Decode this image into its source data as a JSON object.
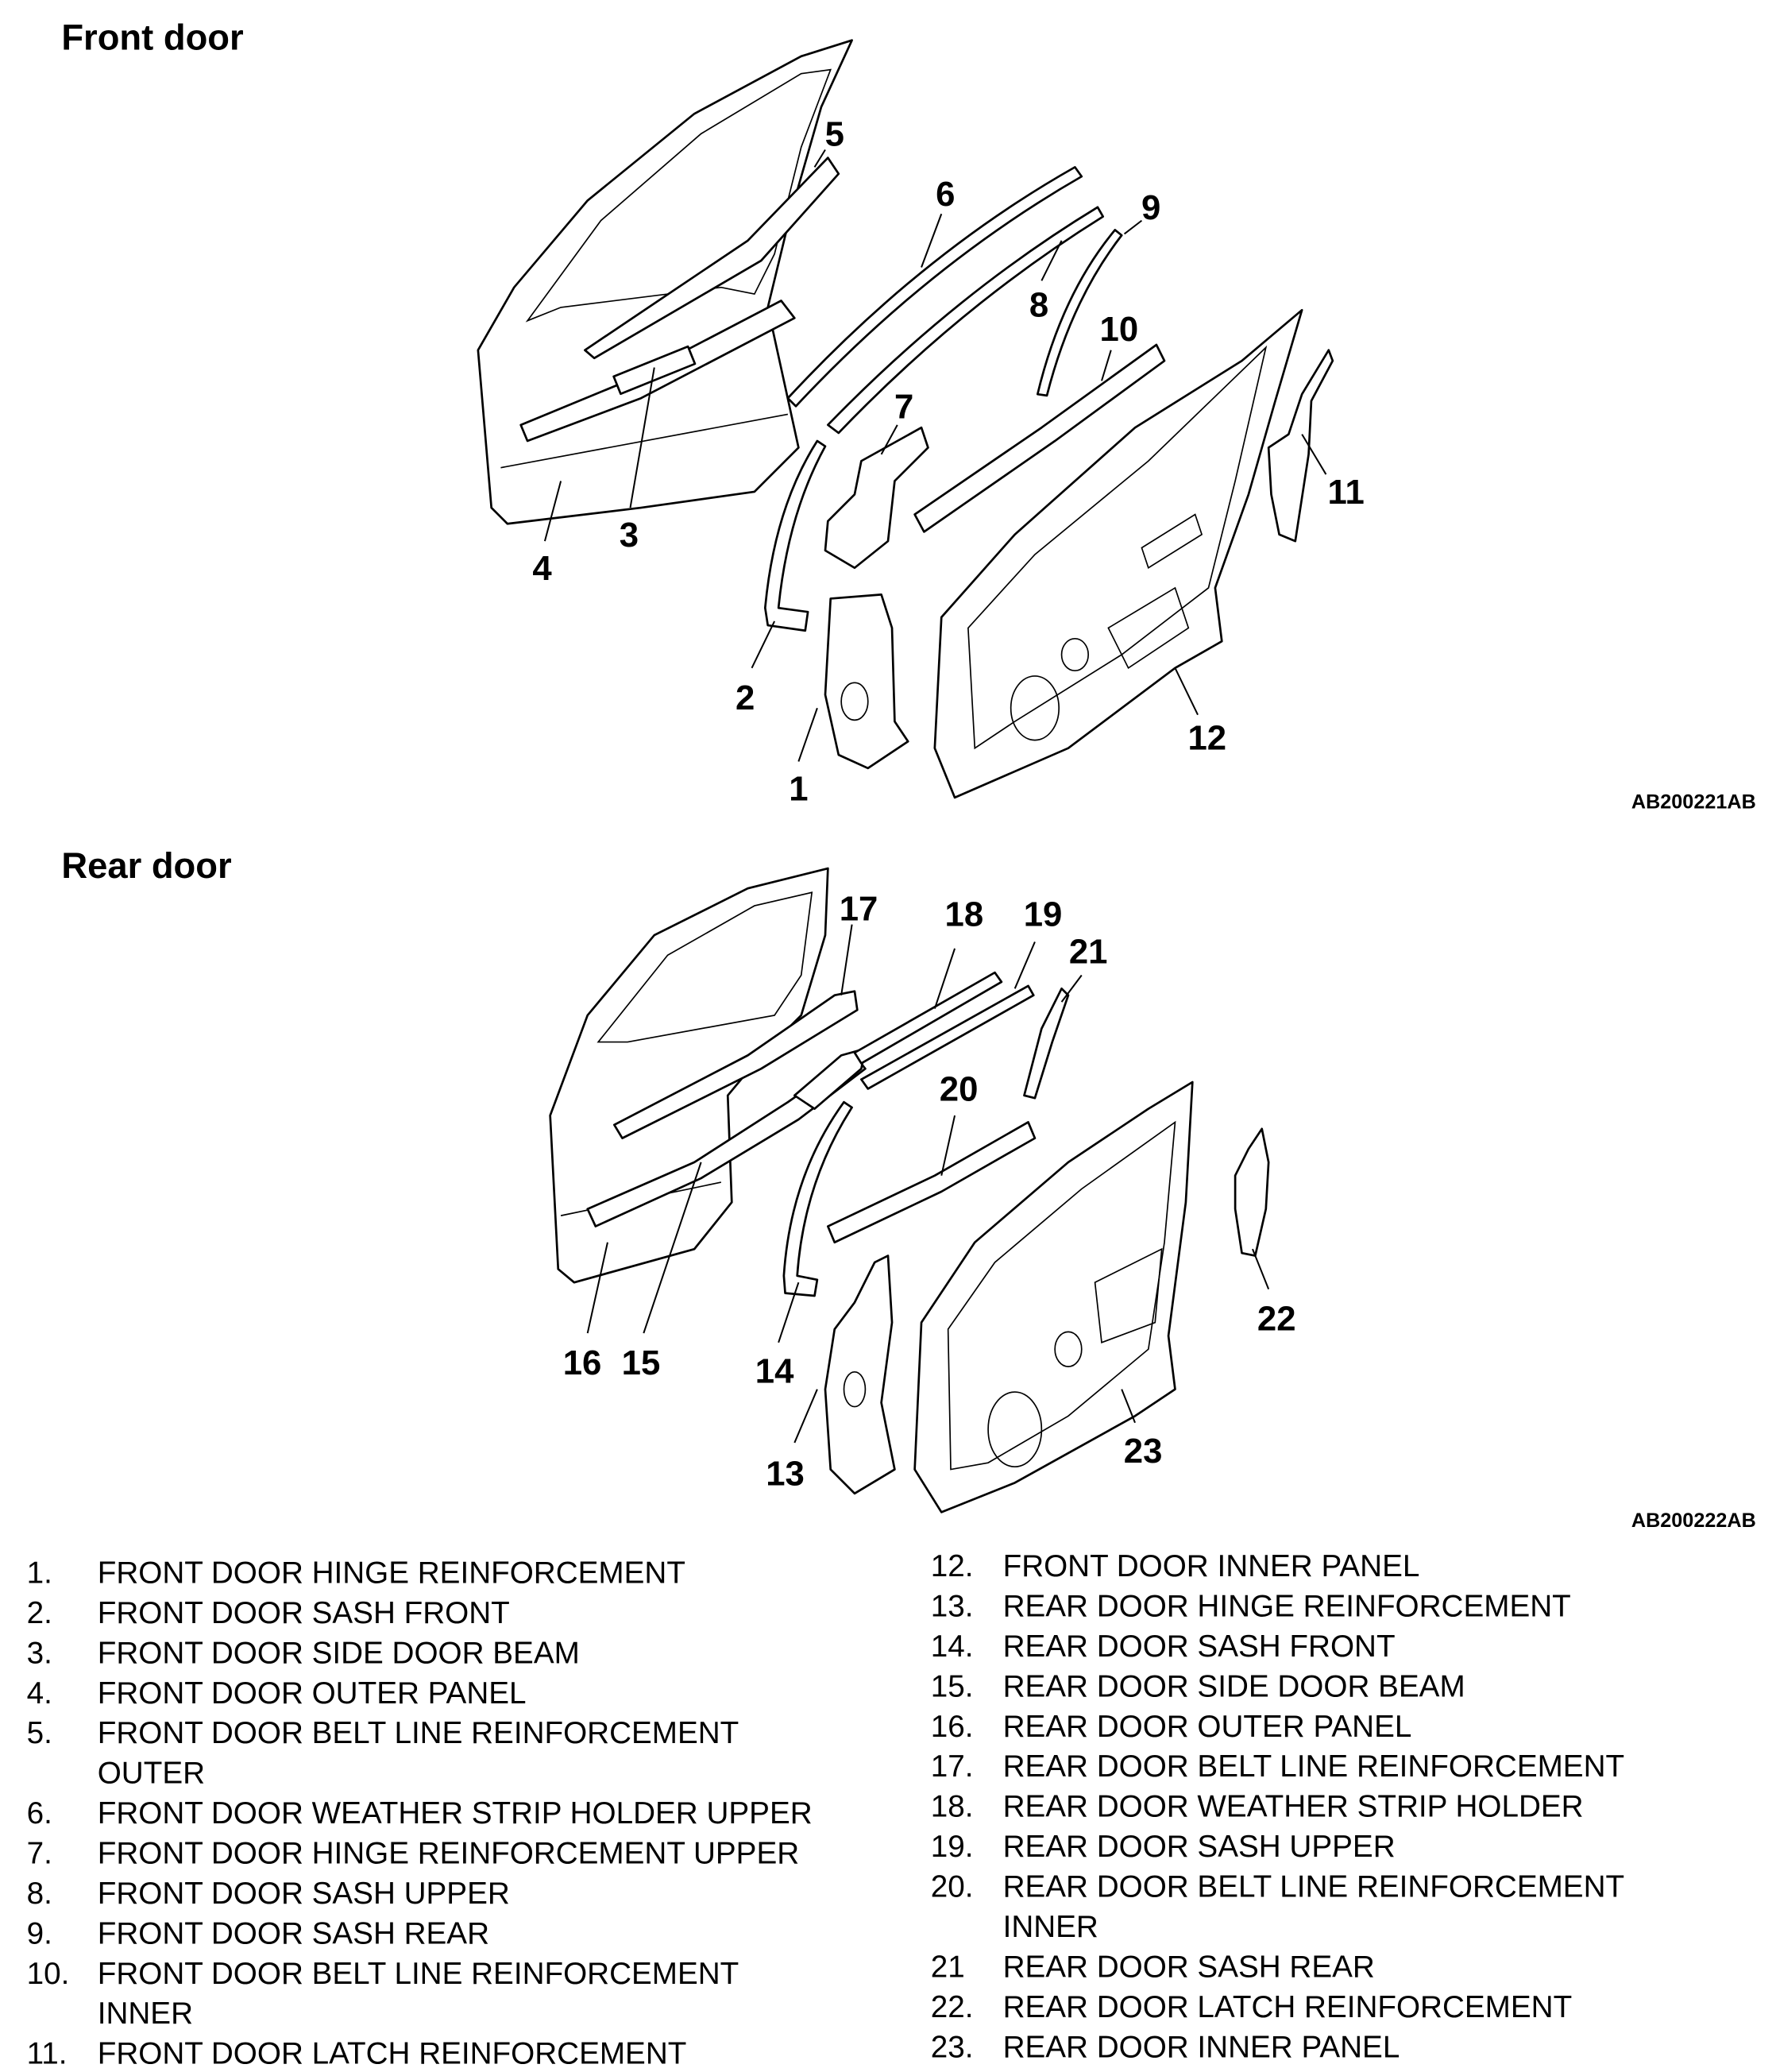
{
  "front_section": {
    "title": "Front door",
    "code": "AB200221AB",
    "callouts": [
      "1",
      "2",
      "3",
      "4",
      "5",
      "6",
      "7",
      "8",
      "9",
      "10",
      "11",
      "12"
    ]
  },
  "rear_section": {
    "title": "Rear door",
    "code": "AB200222AB",
    "callouts": [
      "13",
      "14",
      "15",
      "16",
      "17",
      "18",
      "19",
      "20",
      "21",
      "22",
      "23"
    ]
  },
  "legend": {
    "left": [
      {
        "num": "1.",
        "text": "FRONT DOOR HINGE REINFORCEMENT"
      },
      {
        "num": "2.",
        "text": "FRONT DOOR SASH FRONT"
      },
      {
        "num": "3.",
        "text": "FRONT DOOR SIDE DOOR BEAM"
      },
      {
        "num": "4.",
        "text": "FRONT DOOR OUTER PANEL"
      },
      {
        "num": "5.",
        "text": "FRONT DOOR BELT LINE REINFORCEMENT",
        "text2": "OUTER"
      },
      {
        "num": "6.",
        "text": "FRONT DOOR WEATHER STRIP HOLDER UPPER"
      },
      {
        "num": "7.",
        "text": "FRONT DOOR HINGE REINFORCEMENT UPPER"
      },
      {
        "num": "8.",
        "text": "FRONT DOOR SASH UPPER"
      },
      {
        "num": "9.",
        "text": "FRONT DOOR SASH REAR"
      },
      {
        "num": "10.",
        "text": "FRONT DOOR BELT LINE REINFORCEMENT",
        "text2": "INNER"
      },
      {
        "num": "11.",
        "text": "FRONT DOOR LATCH REINFORCEMENT"
      }
    ],
    "right": [
      {
        "num": "12.",
        "text": "FRONT DOOR INNER PANEL"
      },
      {
        "num": "13.",
        "text": "REAR DOOR HINGE REINFORCEMENT"
      },
      {
        "num": "14.",
        "text": "REAR DOOR SASH FRONT"
      },
      {
        "num": "15.",
        "text": "REAR DOOR SIDE DOOR BEAM"
      },
      {
        "num": "16.",
        "text": "REAR DOOR OUTER PANEL"
      },
      {
        "num": "17.",
        "text": "REAR DOOR BELT LINE REINFORCEMENT"
      },
      {
        "num": "18.",
        "text": "REAR DOOR WEATHER STRIP HOLDER"
      },
      {
        "num": "19.",
        "text": "REAR DOOR SASH UPPER"
      },
      {
        "num": "20.",
        "text": "REAR DOOR BELT LINE REINFORCEMENT",
        "text2": "INNER"
      },
      {
        "num": "21",
        "text": "REAR DOOR SASH REAR"
      },
      {
        "num": "22.",
        "text": "REAR DOOR LATCH REINFORCEMENT"
      },
      {
        "num": "23.",
        "text": "REAR DOOR INNER PANEL"
      }
    ]
  }
}
